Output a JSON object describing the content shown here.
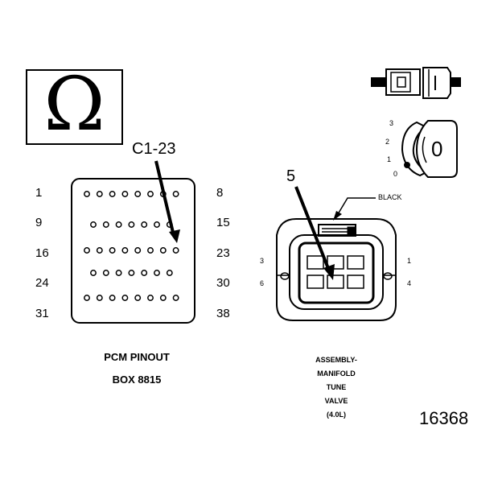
{
  "ohm_symbol": "Ω",
  "pcm": {
    "pin_callout": "C1-23",
    "row_labels_left": [
      "1",
      "9",
      "16",
      "24",
      "31"
    ],
    "row_labels_right": [
      "8",
      "15",
      "23",
      "30",
      "38"
    ],
    "caption_line1": "PCM PINOUT",
    "caption_line2": "BOX 8815"
  },
  "connector": {
    "pin_callout": "5",
    "wire_color": "BLACK",
    "cavity_labels": [
      "3",
      "6",
      "1",
      "4"
    ],
    "caption_lines": [
      "ASSEMBLY-",
      "MANIFOLD",
      "TUNE",
      "VALVE",
      "(4.0L)"
    ]
  },
  "key_switch": {
    "position_labels": [
      "3",
      "2",
      "1",
      "0"
    ],
    "key_digit": "0"
  },
  "figure_number": "16368"
}
